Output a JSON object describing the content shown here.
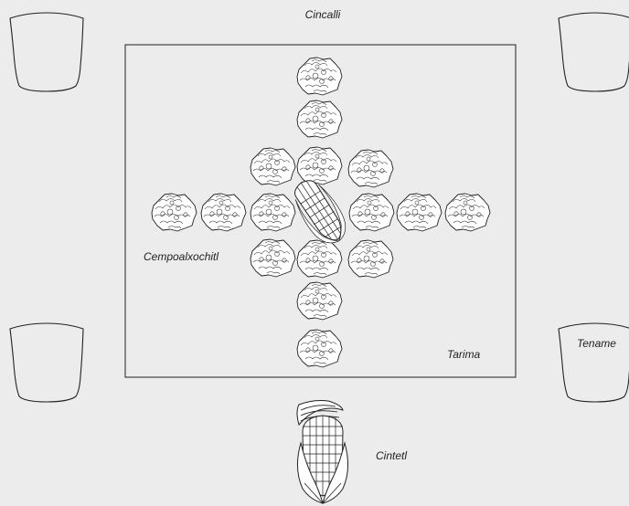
{
  "labels": {
    "top": "Cincalli",
    "left": "Cempoalxochitl",
    "platform": "Tarima",
    "right": "Tename",
    "bottom": "Cintetl"
  },
  "colors": {
    "background": "#ececec",
    "line": "#222222",
    "fill": "#ffffff"
  },
  "icons": {
    "flower": "marigold-flower-icon",
    "corn": "corn-cob-icon",
    "hearth": "hearthstone-icon"
  }
}
